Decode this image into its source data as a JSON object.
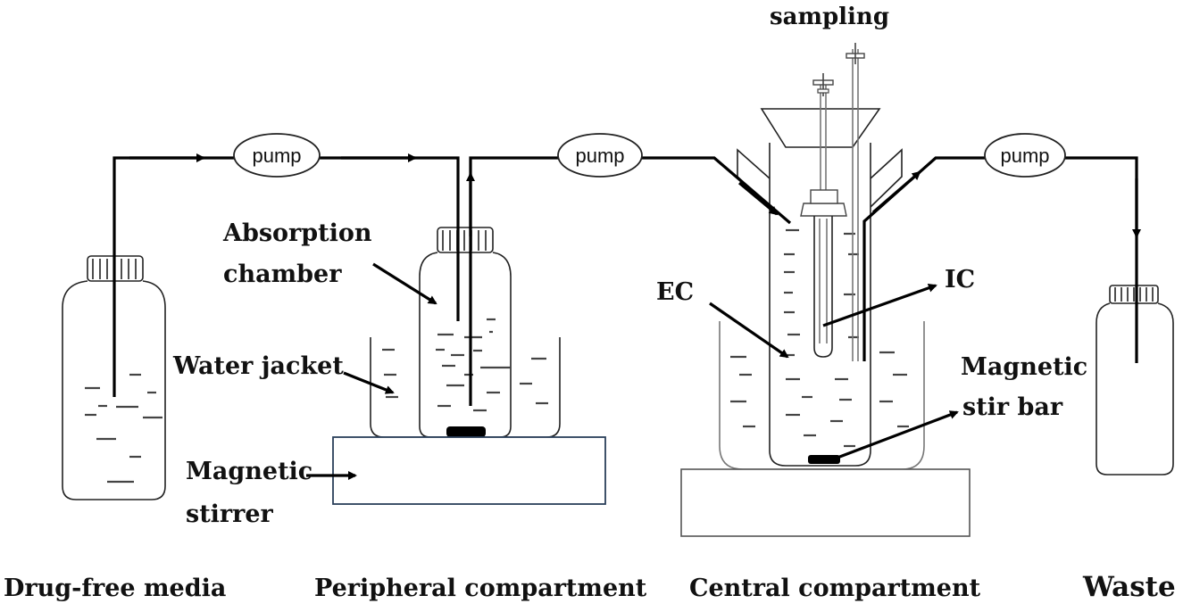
{
  "labels": {
    "sampling": "sampling",
    "pump": "pump",
    "absorption_chamber_line1": "Absorption",
    "absorption_chamber_line2": "chamber",
    "water_jacket": "Water jacket",
    "magnetic_stirrer_line1": "Magnetic",
    "magnetic_stirrer_line2": "stirrer",
    "ec": "EC",
    "ic": "IC",
    "magnetic_stir_bar_line1": "Magnetic",
    "magnetic_stir_bar_line2": "stir bar",
    "drug_free_media": "Drug-free media",
    "peripheral_compartment": "Peripheral compartment",
    "central_compartment": "Central compartment",
    "waste": "Waste"
  }
}
